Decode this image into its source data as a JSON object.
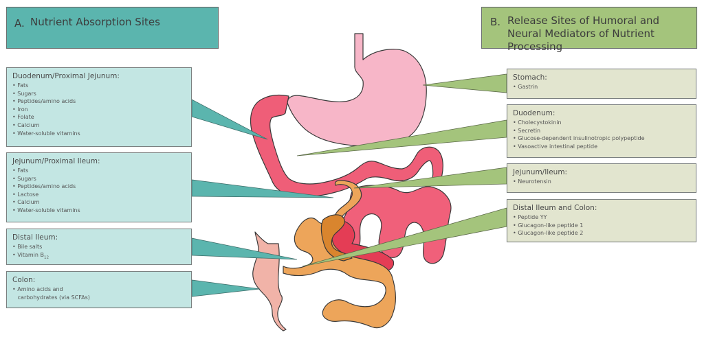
{
  "panel_a": {
    "letter": "A.",
    "title": "Nutrient Absorption Sites",
    "color": "#5bb5ae",
    "box_color": "#c3e6e3",
    "sites": [
      {
        "name": "Duodenum/Proximal Jejunum:",
        "items": [
          "Fats",
          "Sugars",
          "Peptides/amino acids",
          "Iron",
          "Folate",
          "Calcium",
          "Water-soluble vitamins"
        ]
      },
      {
        "name": "Jejunum/Proximal Ileum:",
        "items": [
          "Fats",
          "Sugars",
          "Peptides/amino acids",
          "Lactose",
          "Calcium",
          "Water-soluble vitamins"
        ]
      },
      {
        "name": "Distal Ileum:",
        "items": [
          "Bile salts",
          "Vitamin B"
        ],
        "vitamin_subscript": "12"
      },
      {
        "name": "Colon:",
        "items": [
          "Amino acids and",
          "carbohydrates (via SCFAs)"
        ]
      }
    ]
  },
  "panel_b": {
    "letter": "B.",
    "title": "Release Sites of Humoral and Neural Mediators of Nutrient Processing",
    "color": "#a4c47c",
    "box_color": "#e2e5cf",
    "sites": [
      {
        "name": "Stomach:",
        "items": [
          "Gastrin"
        ]
      },
      {
        "name": "Duodenum:",
        "items": [
          "Cholecystokinin",
          "Secretin",
          "Glucose-dependent insulinotropic polypeptide",
          "Vasoactive intestinal peptide"
        ]
      },
      {
        "name": "Jejunum/Ileum:",
        "items": [
          "Neurotensin"
        ]
      },
      {
        "name": "Distal Ileum and Colon:",
        "items": [
          "Peptide YY",
          "Glucagon-like peptide 1",
          "Glucagon-like peptide 2"
        ]
      }
    ]
  },
  "anatomy_colors": {
    "stomach": "#f7b6c8",
    "duodenum": "#ef5e78",
    "jejunum": "#f0607a",
    "ileum_dark": "#e43d55",
    "ileum_orange": "#eda55a",
    "ileum_orange_dark": "#d9852e",
    "colon": "#f1b3a8"
  }
}
